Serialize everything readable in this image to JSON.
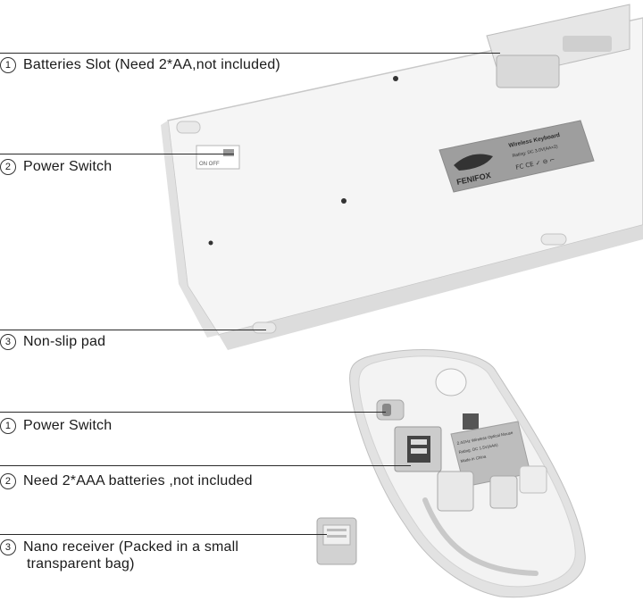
{
  "keyboard": {
    "callouts": [
      {
        "num": "1",
        "text": "Batteries Slot (Need 2*AA,not included)"
      },
      {
        "num": "2",
        "text": "Power Switch"
      },
      {
        "num": "3",
        "text": "Non-slip pad"
      }
    ],
    "label": {
      "brand": "FENIFOX",
      "title": "Wireless Keyboard",
      "rating": "Rating: DC 3.0V(AA×2)",
      "marks": "FC CE ✓ ⊖ ⌐"
    },
    "switch_label": "ON OFF"
  },
  "mouse": {
    "callouts": [
      {
        "num": "1",
        "text": "Power Switch"
      },
      {
        "num": "2",
        "text": "Need 2*AAA batteries ,not included"
      },
      {
        "num": "3",
        "text": "Nano receiver (Packed in a small",
        "text2": "transparent bag)"
      }
    ],
    "label": {
      "title": "2.4GHz Wireless Optical Mouse",
      "line1": "Rating: DC 1.5V(AAA)",
      "line2": "Made in China"
    }
  },
  "colors": {
    "line": "#2a2a2a",
    "device_white": "#f4f4f4",
    "device_silver": "#c9c9c9",
    "label_gray": "#9c9c9c"
  }
}
